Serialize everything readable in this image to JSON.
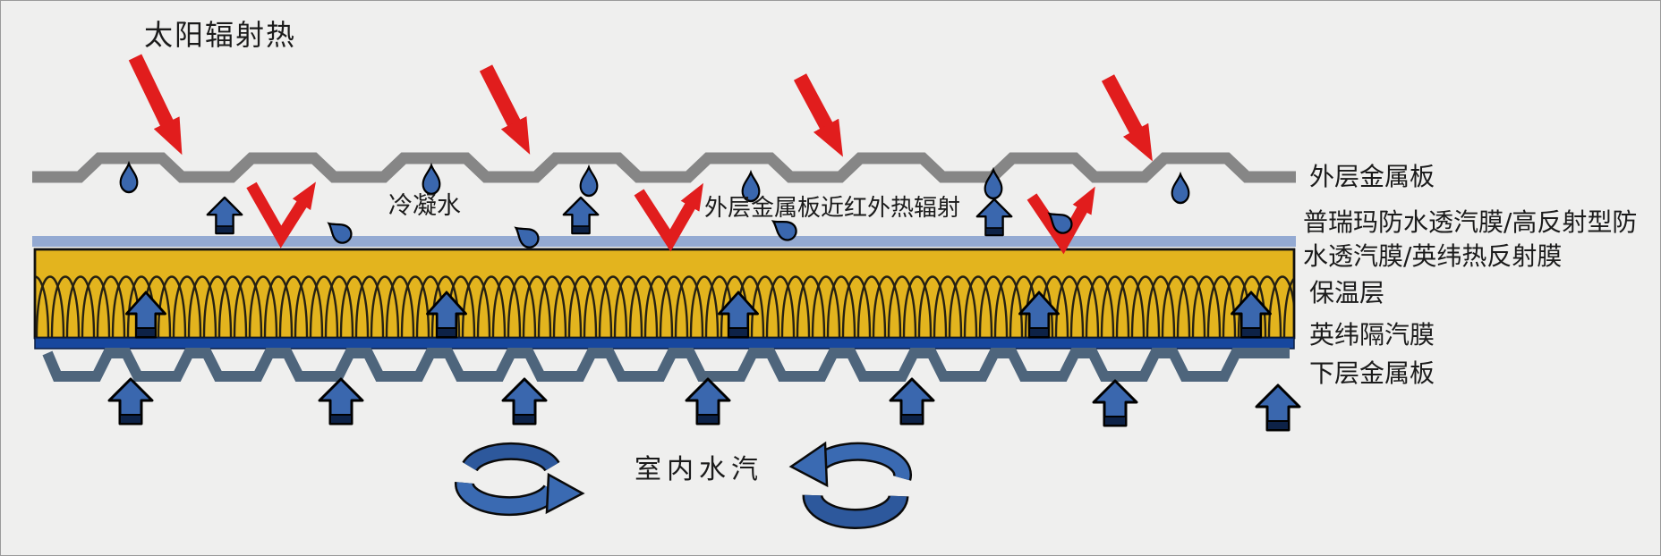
{
  "diagram": {
    "title": "太阳辐射热",
    "annotations": {
      "condensation": "冷凝水",
      "nir_radiation": "外层金属板近红外热辐射",
      "indoor_vapor": "室内水汽"
    },
    "layer_labels": {
      "outer_panel": "外层金属板",
      "membrane_line1": "普瑞玛防水透汽膜/高反射型防",
      "membrane_line2": "水透汽膜/英纬热反射膜",
      "insulation": "保温层",
      "vapor_barrier": "英纬隔汽膜",
      "lower_panel": "下层金属板"
    },
    "colors": {
      "background": "#efefee",
      "panel_gray": "#868686",
      "arrow_red": "#e11d1d",
      "membrane_blue": "#94aad2",
      "insulation_yellow": "#e3b41e",
      "vapor_barrier_blue": "#17479e",
      "lower_panel_slate": "#4e657c",
      "arrow_blue": "#3a67ae",
      "arrow_foot_navy": "#0d2247",
      "swirl_dark": "#2d589c",
      "swirl_light": "#3a6ab2"
    }
  }
}
